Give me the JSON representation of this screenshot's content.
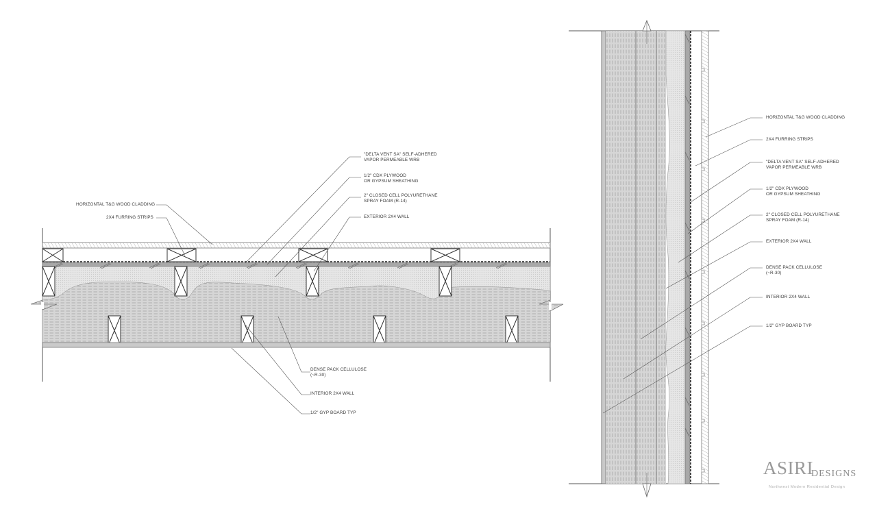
{
  "plan_detail": {
    "labels": [
      {
        "id": "wrb",
        "lines": [
          "\"DELTA VENT SA\" SELF-ADHERED",
          "VAPOR PERMEABLE WRB"
        ]
      },
      {
        "id": "sheathing",
        "lines": [
          "1/2\" CDX PLYWOOD",
          "OR GYPSUM SHEATHING"
        ]
      },
      {
        "id": "spray_foam",
        "lines": [
          "2\" CLOSED CELL POLYURETHANE",
          "SPRAY FOAM (R-14)"
        ]
      },
      {
        "id": "exterior_wall",
        "lines": [
          "EXTERIOR 2X4 WALL"
        ]
      },
      {
        "id": "cladding",
        "lines": [
          "HORIZONTAL T&G WOOD CLADDING"
        ]
      },
      {
        "id": "furring",
        "lines": [
          "2X4 FURRING STRIPS"
        ]
      },
      {
        "id": "cellulose",
        "lines": [
          "DENSE PACK CELLULOSE",
          "(~R-30)"
        ]
      },
      {
        "id": "interior_wall",
        "lines": [
          "INTERIOR  2X4 WALL"
        ]
      },
      {
        "id": "gyp",
        "lines": [
          "1/2\" GYP BOARD TYP"
        ]
      }
    ]
  },
  "section_detail": {
    "labels": [
      {
        "id": "cladding",
        "lines": [
          "HORIZONTAL T&G WOOD CLADDING"
        ]
      },
      {
        "id": "furring",
        "lines": [
          "2X4 FURRING STRIPS"
        ]
      },
      {
        "id": "wrb",
        "lines": [
          "\"DELTA VENT SA\" SELF-ADHERED",
          "VAPOR PERMEABLE WRB"
        ]
      },
      {
        "id": "sheathing",
        "lines": [
          "1/2\" CDX PLYWOOD",
          "OR GYPSUM SHEATHING"
        ]
      },
      {
        "id": "spray_foam",
        "lines": [
          "2\" CLOSED CELL POLYURETHANE",
          "SPRAY FOAM (R-14)"
        ]
      },
      {
        "id": "exterior_wall",
        "lines": [
          "EXTERIOR 2X4 WALL"
        ]
      },
      {
        "id": "cellulose",
        "lines": [
          "DENSE PACK CELLULOSE",
          "(~R-30)"
        ]
      },
      {
        "id": "interior_wall",
        "lines": [
          "INTERIOR  2X4 WALL"
        ]
      },
      {
        "id": "gyp",
        "lines": [
          "1/2\" GYP BOARD TYP"
        ]
      }
    ]
  },
  "branding": {
    "name": "ASIRI",
    "suffix": "DESIGNS",
    "tagline": "Northwest  Modern  Residential  Design"
  },
  "colors": {
    "line": "#4a4a4a",
    "cellulose": "#cfcfcf",
    "spray_foam": "#e4e4e4",
    "sheathing": "#a8a8a8",
    "text": "#3a3a3a",
    "logo": "#9a9a9a"
  }
}
